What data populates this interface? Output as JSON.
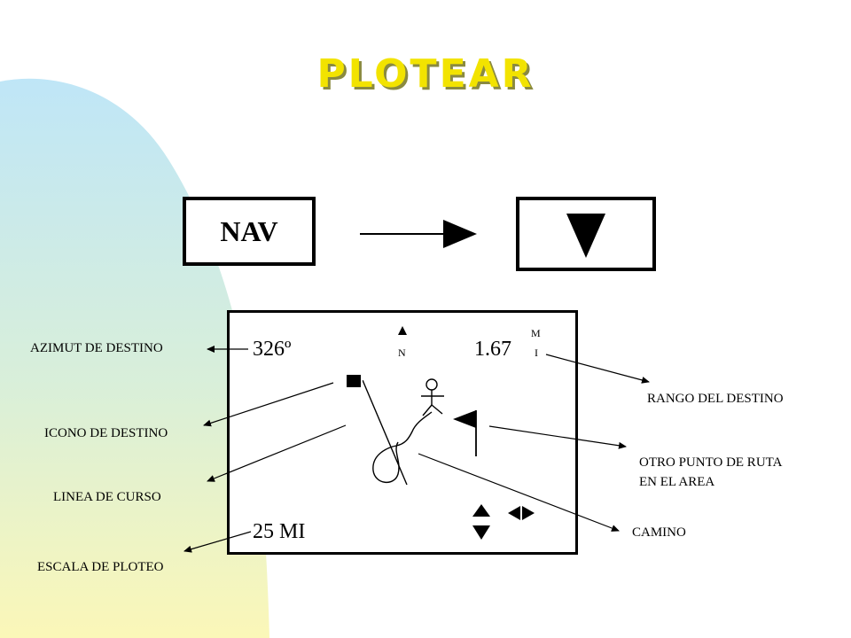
{
  "title": "PLOTEAR",
  "nav_button": {
    "label": "NAV"
  },
  "screen": {
    "azimuth": "326º",
    "north": "N",
    "range": "1.67",
    "unit_top": "M",
    "unit_bottom": "I",
    "scale": "25 MI"
  },
  "labels": {
    "azimut": "AZIMUT DE DESTINO",
    "icono": "ICONO DE DESTINO",
    "linea": "LINEA DE CURSO",
    "escala": "ESCALA DE PLOTEO",
    "rango": "RANGO DEL DESTINO",
    "otro_1": "OTRO PUNTO DE RUTA",
    "otro_2": "EN EL AREA",
    "camino": "CAMINO"
  },
  "colors": {
    "title": "#f2e300",
    "title_shadow": "#8a8a40",
    "background_blob_top": "#bfe6f7",
    "background_blob_bottom": "#fbf7b8"
  },
  "icons": [
    "down-triangle-icon",
    "right-arrow-icon",
    "north-arrow-icon",
    "destination-square-icon",
    "person-icon",
    "waypoint-flag-icon",
    "pan-arrows-icon"
  ]
}
